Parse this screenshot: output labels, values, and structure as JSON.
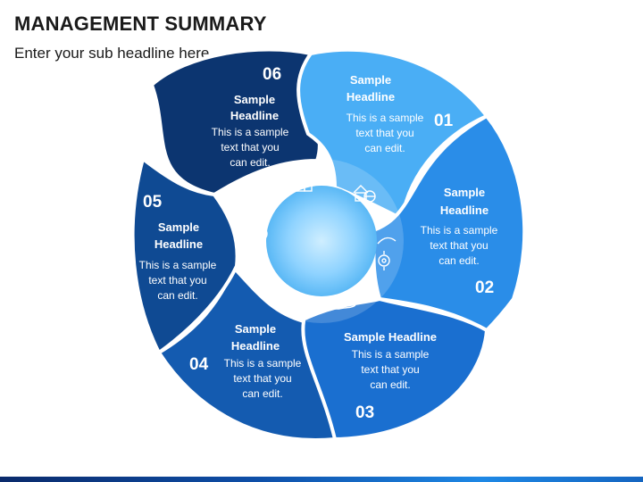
{
  "title": "MANAGEMENT SUMMARY",
  "subtitle": "Enter your sub headline here",
  "colors": {
    "seg1": "#4aaef5",
    "seg2": "#2a8de8",
    "seg3": "#1a6fd0",
    "seg4": "#145bb0",
    "seg5": "#0f4a93",
    "seg6": "#0c3570",
    "center": "#8fd3ff"
  },
  "segments": [
    {
      "number": "01",
      "headline_lines": [
        "Sample",
        "Headline"
      ],
      "text_lines": [
        "This is a sample",
        "text that you",
        "can edit."
      ],
      "icon": "house-globe-icon"
    },
    {
      "number": "02",
      "headline_lines": [
        "Sample",
        "Headline"
      ],
      "text_lines": [
        "This is a sample",
        "text that you",
        "can edit."
      ],
      "icon": "hand-gear-icon"
    },
    {
      "number": "03",
      "headline_lines": [
        "Sample Headline"
      ],
      "text_lines": [
        "This is a sample",
        "text that you",
        "can edit."
      ],
      "icon": "hand-money-icon"
    },
    {
      "number": "04",
      "headline_lines": [
        "Sample",
        "Headline"
      ],
      "text_lines": [
        "This is a sample",
        "text that you",
        "can edit."
      ],
      "icon": "gear-card-icon"
    },
    {
      "number": "05",
      "headline_lines": [
        "Sample",
        "Headline"
      ],
      "text_lines": [
        "This is a sample",
        "text that you",
        "can edit."
      ],
      "icon": "coins-icon"
    },
    {
      "number": "06",
      "headline_lines": [
        "Sample",
        "Headline"
      ],
      "text_lines": [
        "This is a sample",
        "text that you",
        "can edit."
      ],
      "icon": "podium-stars-icon"
    }
  ]
}
